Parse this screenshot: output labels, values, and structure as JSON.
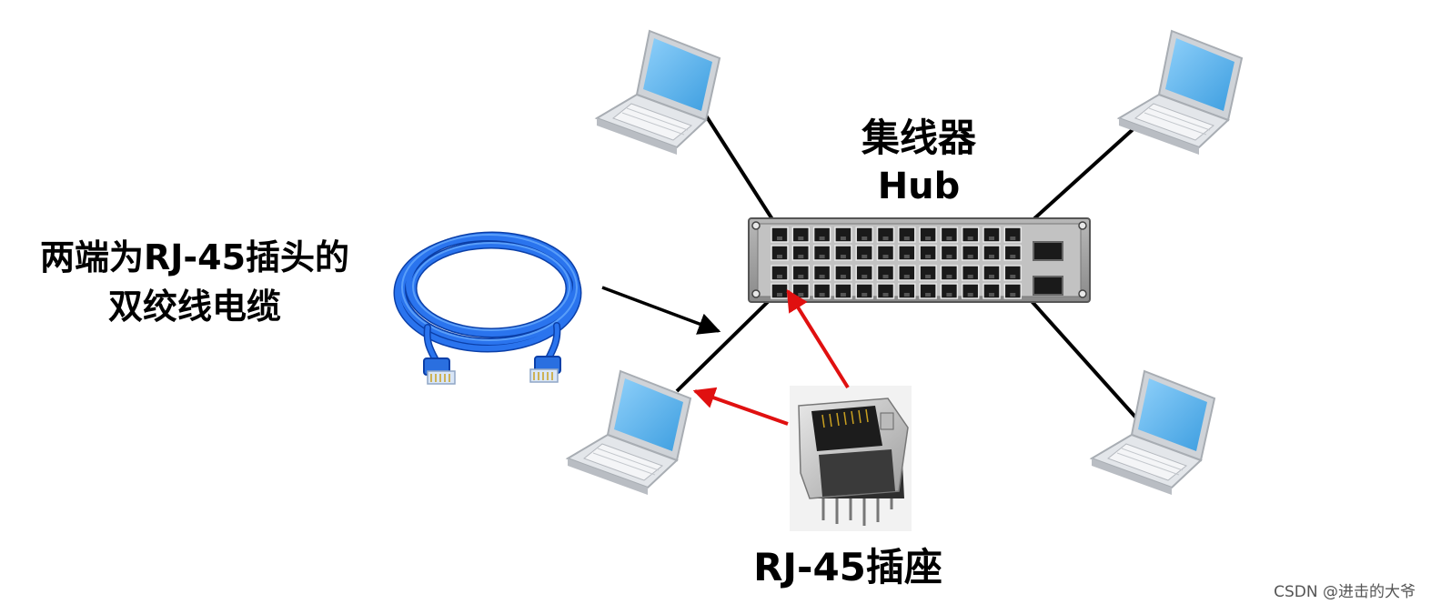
{
  "hub": {
    "title": "集线器",
    "subtitle": "Hub"
  },
  "cable": {
    "label_line1": "两端为RJ-45插头的",
    "label_line2": "双绞线电缆"
  },
  "socket": {
    "label": "RJ-45插座"
  },
  "watermark": "CSDN @进击的大爷",
  "colors": {
    "link_line": "#000000",
    "pointer_arrow": "#e01010",
    "cable_blue": "#1f5fd8",
    "laptop_screen": "#5bb4ee",
    "laptop_body": "#d9dce0",
    "hub_body": "#9a9a9a",
    "hub_port": "#1a1a1a"
  },
  "icons": {
    "device": "laptop-icon",
    "hub": "network-hub-icon",
    "cable": "twisted-pair-cable-icon",
    "socket": "rj45-socket-icon"
  }
}
